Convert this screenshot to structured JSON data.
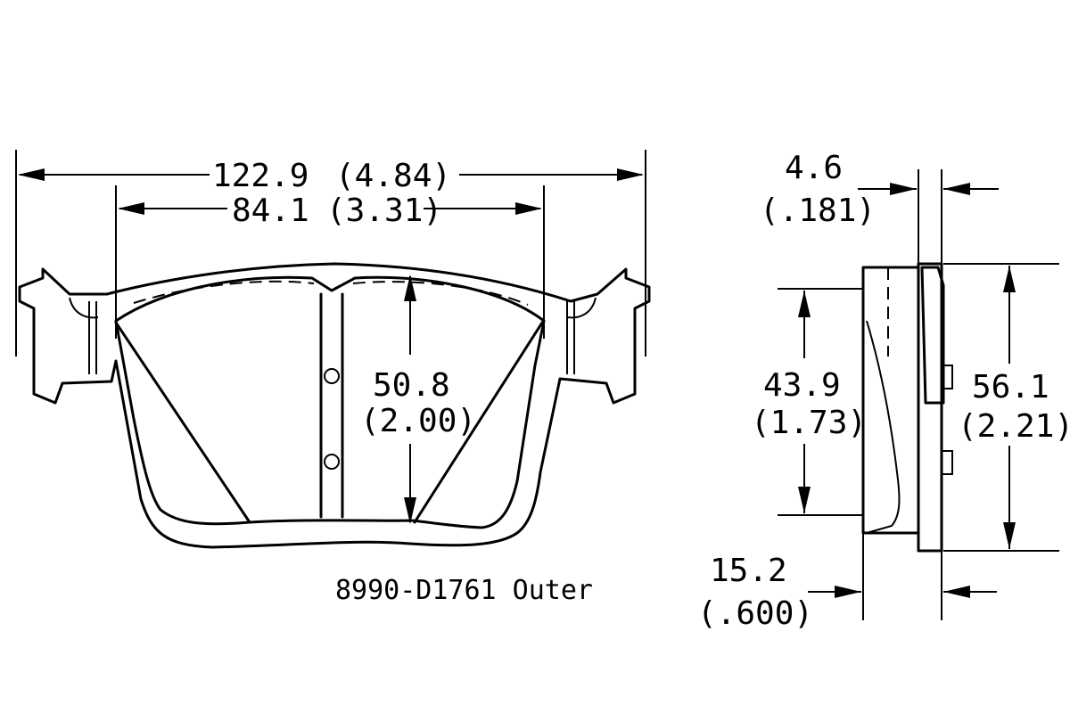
{
  "front_view": {
    "overall_width": {
      "mm": "122.9",
      "in": "(4.84)"
    },
    "inner_width": {
      "mm": "84.1",
      "in": "(3.31)"
    },
    "pad_height": {
      "mm": "50.8",
      "in": "(2.00)"
    },
    "caption": "8990-D1761 Outer"
  },
  "side_view": {
    "backing_thickness": {
      "mm": "4.6",
      "in": "(.181)"
    },
    "friction_height": {
      "mm": "43.9",
      "in": "(1.73)"
    },
    "overall_height": {
      "mm": "56.1",
      "in": "(2.21)"
    },
    "total_thickness": {
      "mm": "15.2",
      "in": "(.600)"
    }
  }
}
